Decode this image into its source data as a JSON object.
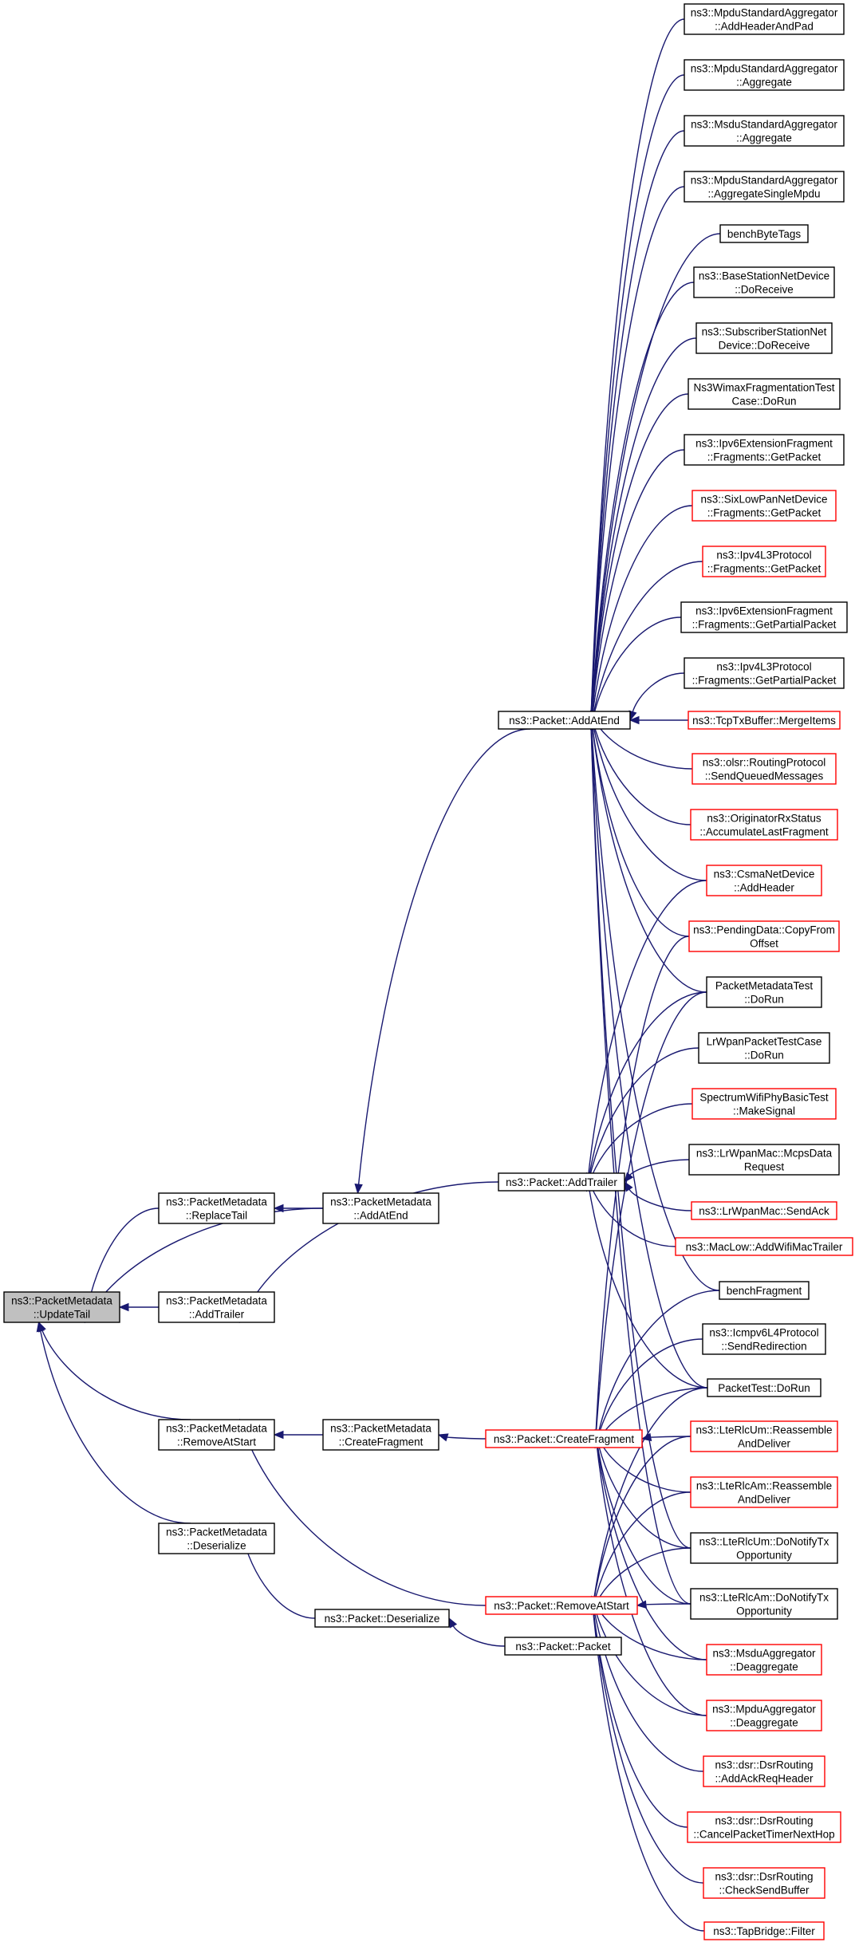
{
  "diagram": {
    "type": "doxygen-caller-graph",
    "colors": {
      "edge": "#191970",
      "normal_border": "#000000",
      "link_border": "#ff0000",
      "root_fill": "#c0c0c0",
      "background": "#ffffff"
    },
    "nodes": [
      {
        "id": "updatetail",
        "lines": [
          "ns3::PacketMetadata",
          "::UpdateTail"
        ],
        "style": "root"
      },
      {
        "id": "replacetail",
        "lines": [
          "ns3::PacketMetadata",
          "::ReplaceTail"
        ],
        "style": "normal"
      },
      {
        "id": "pm_addatend",
        "lines": [
          "ns3::PacketMetadata",
          "::AddAtEnd"
        ],
        "style": "normal"
      },
      {
        "id": "pm_addtrailer",
        "lines": [
          "ns3::PacketMetadata",
          "::AddTrailer"
        ],
        "style": "normal"
      },
      {
        "id": "pm_removeatstart",
        "lines": [
          "ns3::PacketMetadata",
          "::RemoveAtStart"
        ],
        "style": "normal"
      },
      {
        "id": "pm_createfragment",
        "lines": [
          "ns3::PacketMetadata",
          "::CreateFragment"
        ],
        "style": "normal"
      },
      {
        "id": "pm_deserialize",
        "lines": [
          "ns3::PacketMetadata",
          "::Deserialize"
        ],
        "style": "normal"
      },
      {
        "id": "p_addatend",
        "lines": [
          "ns3::Packet::AddAtEnd"
        ],
        "style": "normal"
      },
      {
        "id": "p_addtrailer",
        "lines": [
          "ns3::Packet::AddTrailer"
        ],
        "style": "normal"
      },
      {
        "id": "p_createfragment",
        "lines": [
          "ns3::Packet::CreateFragment"
        ],
        "style": "link"
      },
      {
        "id": "p_removeatstart",
        "lines": [
          "ns3::Packet::RemoveAtStart"
        ],
        "style": "link"
      },
      {
        "id": "p_deserialize",
        "lines": [
          "ns3::Packet::Deserialize"
        ],
        "style": "normal"
      },
      {
        "id": "p_packet",
        "lines": [
          "ns3::Packet::Packet"
        ],
        "style": "normal"
      },
      {
        "id": "r_mpdu_addheaderandpad",
        "lines": [
          "ns3::MpduStandardAggregator",
          "::AddHeaderAndPad"
        ],
        "style": "normal"
      },
      {
        "id": "r_mpdu_aggregate",
        "lines": [
          "ns3::MpduStandardAggregator",
          "::Aggregate"
        ],
        "style": "normal"
      },
      {
        "id": "r_msdu_aggregate",
        "lines": [
          "ns3::MsduStandardAggregator",
          "::Aggregate"
        ],
        "style": "normal"
      },
      {
        "id": "r_mpdu_aggsingle",
        "lines": [
          "ns3::MpduStandardAggregator",
          "::AggregateSingleMpdu"
        ],
        "style": "normal"
      },
      {
        "id": "r_benchbytetags",
        "lines": [
          "benchByteTags"
        ],
        "style": "normal"
      },
      {
        "id": "r_bsnetdevice",
        "lines": [
          "ns3::BaseStationNetDevice",
          "::DoReceive"
        ],
        "style": "normal"
      },
      {
        "id": "r_ssnetdevice",
        "lines": [
          "ns3::SubscriberStationNet",
          "Device::DoReceive"
        ],
        "style": "normal"
      },
      {
        "id": "r_wimaxfrag",
        "lines": [
          "Ns3WimaxFragmentationTest",
          "Case::DoRun"
        ],
        "style": "normal"
      },
      {
        "id": "r_ipv6ext_getpacket",
        "lines": [
          "ns3::Ipv6ExtensionFragment",
          "::Fragments::GetPacket"
        ],
        "style": "normal"
      },
      {
        "id": "r_sixlowpan",
        "lines": [
          "ns3::SixLowPanNetDevice",
          "::Fragments::GetPacket"
        ],
        "style": "link"
      },
      {
        "id": "r_ipv4l3_getpacket",
        "lines": [
          "ns3::Ipv4L3Protocol",
          "::Fragments::GetPacket"
        ],
        "style": "link"
      },
      {
        "id": "r_ipv6ext_getpartial",
        "lines": [
          "ns3::Ipv6ExtensionFragment",
          "::Fragments::GetPartialPacket"
        ],
        "style": "normal"
      },
      {
        "id": "r_ipv4l3_getpartial",
        "lines": [
          "ns3::Ipv4L3Protocol",
          "::Fragments::GetPartialPacket"
        ],
        "style": "normal"
      },
      {
        "id": "r_tcptxbuffer",
        "lines": [
          "ns3::TcpTxBuffer::MergeItems"
        ],
        "style": "link"
      },
      {
        "id": "r_olsr",
        "lines": [
          "ns3::olsr::RoutingProtocol",
          "::SendQueuedMessages"
        ],
        "style": "link"
      },
      {
        "id": "r_originatorrx",
        "lines": [
          "ns3::OriginatorRxStatus",
          "::AccumulateLastFragment"
        ],
        "style": "link"
      },
      {
        "id": "r_csma",
        "lines": [
          "ns3::CsmaNetDevice",
          "::AddHeader"
        ],
        "style": "link"
      },
      {
        "id": "r_pendingdata",
        "lines": [
          "ns3::PendingData::CopyFrom",
          "Offset"
        ],
        "style": "link"
      },
      {
        "id": "r_pmtest",
        "lines": [
          "PacketMetadataTest",
          "::DoRun"
        ],
        "style": "normal"
      },
      {
        "id": "r_lrwpantest",
        "lines": [
          "LrWpanPacketTestCase",
          "::DoRun"
        ],
        "style": "normal"
      },
      {
        "id": "r_spectrumwifi",
        "lines": [
          "SpectrumWifiPhyBasicTest",
          "::MakeSignal"
        ],
        "style": "link"
      },
      {
        "id": "r_lrwpanmcps",
        "lines": [
          "ns3::LrWpanMac::McpsData",
          "Request"
        ],
        "style": "normal"
      },
      {
        "id": "r_lrwpansendack",
        "lines": [
          "ns3::LrWpanMac::SendAck"
        ],
        "style": "link"
      },
      {
        "id": "r_maclow",
        "lines": [
          "ns3::MacLow::AddWifiMacTrailer"
        ],
        "style": "link"
      },
      {
        "id": "r_benchfragment",
        "lines": [
          "benchFragment"
        ],
        "style": "normal"
      },
      {
        "id": "r_icmpv6",
        "lines": [
          "ns3::Icmpv6L4Protocol",
          "::SendRedirection"
        ],
        "style": "normal"
      },
      {
        "id": "r_packettest",
        "lines": [
          "PacketTest::DoRun"
        ],
        "style": "normal"
      },
      {
        "id": "r_lterlcum_reasm",
        "lines": [
          "ns3::LteRlcUm::Reassemble",
          "AndDeliver"
        ],
        "style": "link"
      },
      {
        "id": "r_lterlcam_reasm",
        "lines": [
          "ns3::LteRlcAm::Reassemble",
          "AndDeliver"
        ],
        "style": "link"
      },
      {
        "id": "r_lterlcum_notify",
        "lines": [
          "ns3::LteRlcUm::DoNotifyTx",
          "Opportunity"
        ],
        "style": "normal"
      },
      {
        "id": "r_lterlcam_notify",
        "lines": [
          "ns3::LteRlcAm::DoNotifyTx",
          "Opportunity"
        ],
        "style": "normal"
      },
      {
        "id": "r_msduagg_deagg",
        "lines": [
          "ns3::MsduAggregator",
          "::Deaggregate"
        ],
        "style": "link"
      },
      {
        "id": "r_mpduagg_deagg",
        "lines": [
          "ns3::MpduAggregator",
          "::Deaggregate"
        ],
        "style": "link"
      },
      {
        "id": "r_dsr_addack",
        "lines": [
          "ns3::dsr::DsrRouting",
          "::AddAckReqHeader"
        ],
        "style": "link"
      },
      {
        "id": "r_dsr_cancel",
        "lines": [
          "ns3::dsr::DsrRouting",
          "::CancelPacketTimerNextHop"
        ],
        "style": "link"
      },
      {
        "id": "r_dsr_checksend",
        "lines": [
          "ns3::dsr::DsrRouting",
          "::CheckSendBuffer"
        ],
        "style": "link"
      },
      {
        "id": "r_tapbridge",
        "lines": [
          "ns3::TapBridge::Filter"
        ],
        "style": "link"
      }
    ],
    "edges": [
      {
        "from": "replacetail",
        "to": "updatetail"
      },
      {
        "from": "pm_addatend",
        "to": "updatetail"
      },
      {
        "from": "pm_addtrailer",
        "to": "updatetail"
      },
      {
        "from": "pm_removeatstart",
        "to": "updatetail"
      },
      {
        "from": "pm_deserialize",
        "to": "updatetail"
      },
      {
        "from": "pm_addatend",
        "to": "replacetail"
      },
      {
        "from": "p_addatend",
        "to": "pm_addatend"
      },
      {
        "from": "p_addtrailer",
        "to": "pm_addtrailer"
      },
      {
        "from": "pm_createfragment",
        "to": "pm_removeatstart"
      },
      {
        "from": "p_removeatstart",
        "to": "pm_removeatstart"
      },
      {
        "from": "p_createfragment",
        "to": "pm_createfragment"
      },
      {
        "from": "p_deserialize",
        "to": "pm_deserialize"
      },
      {
        "from": "p_packet",
        "to": "p_deserialize"
      },
      {
        "from": "r_mpdu_addheaderandpad",
        "to": "p_addatend"
      },
      {
        "from": "r_mpdu_aggregate",
        "to": "p_addatend"
      },
      {
        "from": "r_msdu_aggregate",
        "to": "p_addatend"
      },
      {
        "from": "r_mpdu_aggsingle",
        "to": "p_addatend"
      },
      {
        "from": "r_benchbytetags",
        "to": "p_addatend"
      },
      {
        "from": "r_bsnetdevice",
        "to": "p_addatend"
      },
      {
        "from": "r_ssnetdevice",
        "to": "p_addatend"
      },
      {
        "from": "r_wimaxfrag",
        "to": "p_addatend"
      },
      {
        "from": "r_ipv6ext_getpacket",
        "to": "p_addatend"
      },
      {
        "from": "r_sixlowpan",
        "to": "p_addatend"
      },
      {
        "from": "r_ipv4l3_getpacket",
        "to": "p_addatend"
      },
      {
        "from": "r_ipv6ext_getpartial",
        "to": "p_addatend"
      },
      {
        "from": "r_ipv4l3_getpartial",
        "to": "p_addatend"
      },
      {
        "from": "r_tcptxbuffer",
        "to": "p_addatend"
      },
      {
        "from": "r_olsr",
        "to": "p_addatend"
      },
      {
        "from": "r_originatorrx",
        "to": "p_addatend"
      },
      {
        "from": "r_csma",
        "to": "p_addatend"
      },
      {
        "from": "r_pendingdata",
        "to": "p_addatend"
      },
      {
        "from": "r_pmtest",
        "to": "p_addatend"
      },
      {
        "from": "r_benchfragment",
        "to": "p_addatend"
      },
      {
        "from": "r_packettest",
        "to": "p_addatend"
      },
      {
        "from": "r_lterlcum_notify",
        "to": "p_addatend"
      },
      {
        "from": "r_lterlcam_notify",
        "to": "p_addatend"
      },
      {
        "from": "r_csma",
        "to": "p_addtrailer"
      },
      {
        "from": "r_pmtest",
        "to": "p_addtrailer"
      },
      {
        "from": "r_lrwpantest",
        "to": "p_addtrailer"
      },
      {
        "from": "r_spectrumwifi",
        "to": "p_addtrailer"
      },
      {
        "from": "r_lrwpanmcps",
        "to": "p_addtrailer"
      },
      {
        "from": "r_lrwpansendack",
        "to": "p_addtrailer"
      },
      {
        "from": "r_maclow",
        "to": "p_addtrailer"
      },
      {
        "from": "r_packettest",
        "to": "p_addtrailer"
      },
      {
        "from": "r_pendingdata",
        "to": "p_createfragment"
      },
      {
        "from": "r_pmtest",
        "to": "p_createfragment"
      },
      {
        "from": "r_benchfragment",
        "to": "p_createfragment"
      },
      {
        "from": "r_icmpv6",
        "to": "p_createfragment"
      },
      {
        "from": "r_packettest",
        "to": "p_createfragment"
      },
      {
        "from": "r_lterlcum_reasm",
        "to": "p_createfragment"
      },
      {
        "from": "r_lterlcam_reasm",
        "to": "p_createfragment"
      },
      {
        "from": "r_lterlcum_notify",
        "to": "p_createfragment"
      },
      {
        "from": "r_lterlcam_notify",
        "to": "p_createfragment"
      },
      {
        "from": "r_msduagg_deagg",
        "to": "p_createfragment"
      },
      {
        "from": "r_mpduagg_deagg",
        "to": "p_createfragment"
      },
      {
        "from": "r_packettest",
        "to": "p_removeatstart"
      },
      {
        "from": "r_lterlcum_reasm",
        "to": "p_removeatstart"
      },
      {
        "from": "r_lterlcam_reasm",
        "to": "p_removeatstart"
      },
      {
        "from": "r_lterlcum_notify",
        "to": "p_removeatstart"
      },
      {
        "from": "r_lterlcam_notify",
        "to": "p_removeatstart"
      },
      {
        "from": "r_msduagg_deagg",
        "to": "p_removeatstart"
      },
      {
        "from": "r_mpduagg_deagg",
        "to": "p_removeatstart"
      },
      {
        "from": "r_dsr_addack",
        "to": "p_removeatstart"
      },
      {
        "from": "r_dsr_cancel",
        "to": "p_removeatstart"
      },
      {
        "from": "r_dsr_checksend",
        "to": "p_removeatstart"
      },
      {
        "from": "r_tapbridge",
        "to": "p_removeatstart"
      }
    ]
  }
}
